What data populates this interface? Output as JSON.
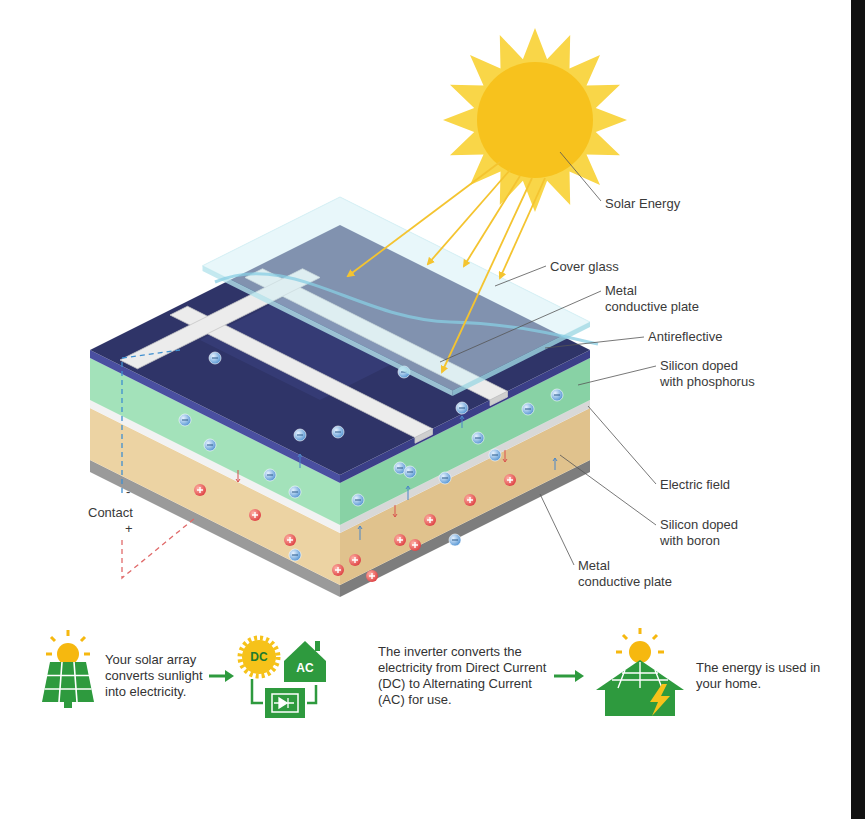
{
  "diagram": {
    "nodes": [
      {
        "text": [
          "Your solar array converts sunlight into electricity."
        ]
      },
      {
        "text": [
          "DC",
          "AC",
          "The inverter converts the electricity from Direct Current (DC) to Alternating Current (AC) for use."
        ]
      },
      {
        "text": [
          "The energy is used in your home."
        ]
      }
    ],
    "edges": [
      {
        "from": 0,
        "to": 1,
        "arrow": "to"
      },
      {
        "from": 1,
        "to": 2,
        "arrow": "to"
      }
    ],
    "labels": [
      "Solar Energy",
      "Cover glass",
      "Metal conductive plate",
      "Antireflective",
      "Silicon doped with phosphorus",
      "Electric field",
      "Silicon doped with boron",
      "Metal conductive plate",
      "Contact",
      "-",
      "+"
    ]
  }
}
